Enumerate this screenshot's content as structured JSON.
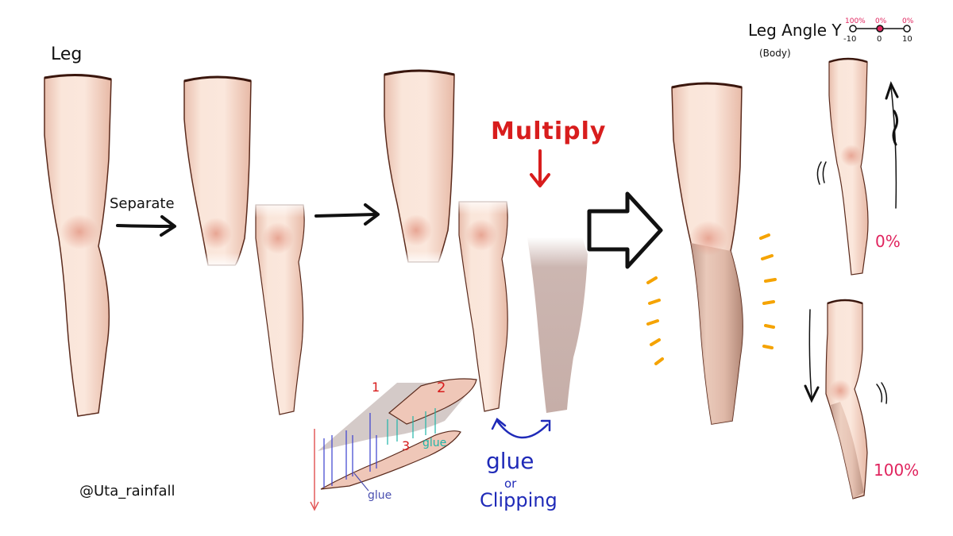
{
  "labels": {
    "leg": "Leg",
    "separate": "Separate",
    "multiply": "Multiply",
    "glue_big": "glue",
    "or": "or",
    "clipping": "Clipping",
    "handle": "@Uta_rainfall",
    "leg_angle": "Leg Angle Y",
    "body": "(Body)",
    "pct_0": "0%",
    "pct_100": "100%",
    "part_1": "1",
    "part_2": "2",
    "part_3": "3",
    "glue_teal": "glue",
    "glue_small": "glue"
  },
  "slider": {
    "ticks": [
      "-10",
      "0",
      "10"
    ],
    "percents": [
      "100%",
      "0%",
      "0%"
    ]
  },
  "colors": {
    "skin": "#f7dccd",
    "skin_shade": "#e9b6a3",
    "outline": "#5a2a1c",
    "multiply_layer": "#c9b2ad",
    "red": "#d81d1d",
    "blue": "#1f2ab8",
    "pink": "#e0245e",
    "orange": "#f5a300",
    "teal": "#1fb5a8"
  }
}
